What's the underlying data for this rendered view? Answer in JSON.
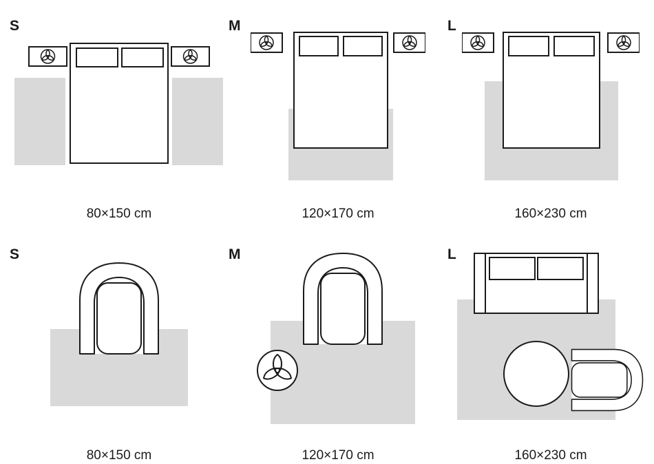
{
  "colors": {
    "background": "#ffffff",
    "outline": "#1a1a1a",
    "rug_fill": "#d9d9d9",
    "furniture_fill": "#ffffff",
    "text": "#1a1a1a"
  },
  "icons": {
    "plant": "plant-top-view-icon",
    "nightstand_plant": "plant-in-circle-icon"
  },
  "rows": {
    "bedroom": {
      "panels": [
        {
          "size_class": "S",
          "dimensions": "80×150 cm"
        },
        {
          "size_class": "M",
          "dimensions": "120×170 cm"
        },
        {
          "size_class": "L",
          "dimensions": "160×230 cm"
        }
      ]
    },
    "living": {
      "panels": [
        {
          "size_class": "S",
          "dimensions": "80×150 cm"
        },
        {
          "size_class": "M",
          "dimensions": "120×170 cm"
        },
        {
          "size_class": "L",
          "dimensions": "160×230 cm"
        }
      ]
    }
  }
}
